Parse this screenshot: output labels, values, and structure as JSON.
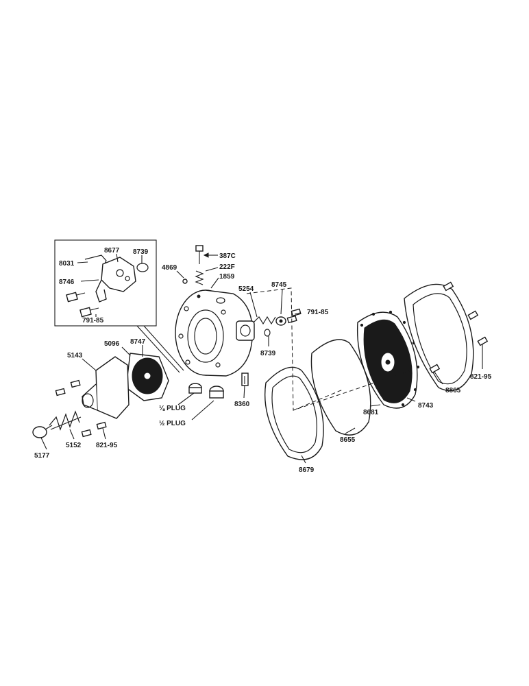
{
  "diagram": {
    "parts": [
      {
        "id": "p387c",
        "label": "387C"
      },
      {
        "id": "p222f",
        "label": "222F"
      },
      {
        "id": "p1859",
        "label": "1859"
      },
      {
        "id": "p4869",
        "label": "4869"
      },
      {
        "id": "p5254",
        "label": "5254"
      },
      {
        "id": "p8745",
        "label": "8745"
      },
      {
        "id": "p791_85a",
        "label": "791-85"
      },
      {
        "id": "p8739a",
        "label": "8739"
      },
      {
        "id": "p8360",
        "label": "8360"
      },
      {
        "id": "p8677",
        "label": "8677"
      },
      {
        "id": "p8739b",
        "label": "8739"
      },
      {
        "id": "p8031",
        "label": "8031"
      },
      {
        "id": "p8746",
        "label": "8746"
      },
      {
        "id": "p791_85b",
        "label": "791-85"
      },
      {
        "id": "p5096",
        "label": "5096"
      },
      {
        "id": "p8747",
        "label": "8747"
      },
      {
        "id": "p5143",
        "label": "5143"
      },
      {
        "id": "p1_8plug",
        "label": "⅛ PLUG"
      },
      {
        "id": "p1_2plug",
        "label": "½ PLUG"
      },
      {
        "id": "p5152",
        "label": "5152"
      },
      {
        "id": "p5177",
        "label": "5177"
      },
      {
        "id": "p821_95a",
        "label": "821-95"
      },
      {
        "id": "p821_95b",
        "label": "821-95"
      },
      {
        "id": "p8865",
        "label": "8865"
      },
      {
        "id": "p8743",
        "label": "8743"
      },
      {
        "id": "p8681",
        "label": "8681"
      },
      {
        "id": "p8655",
        "label": "8655"
      },
      {
        "id": "p8679",
        "label": "8679"
      }
    ]
  }
}
